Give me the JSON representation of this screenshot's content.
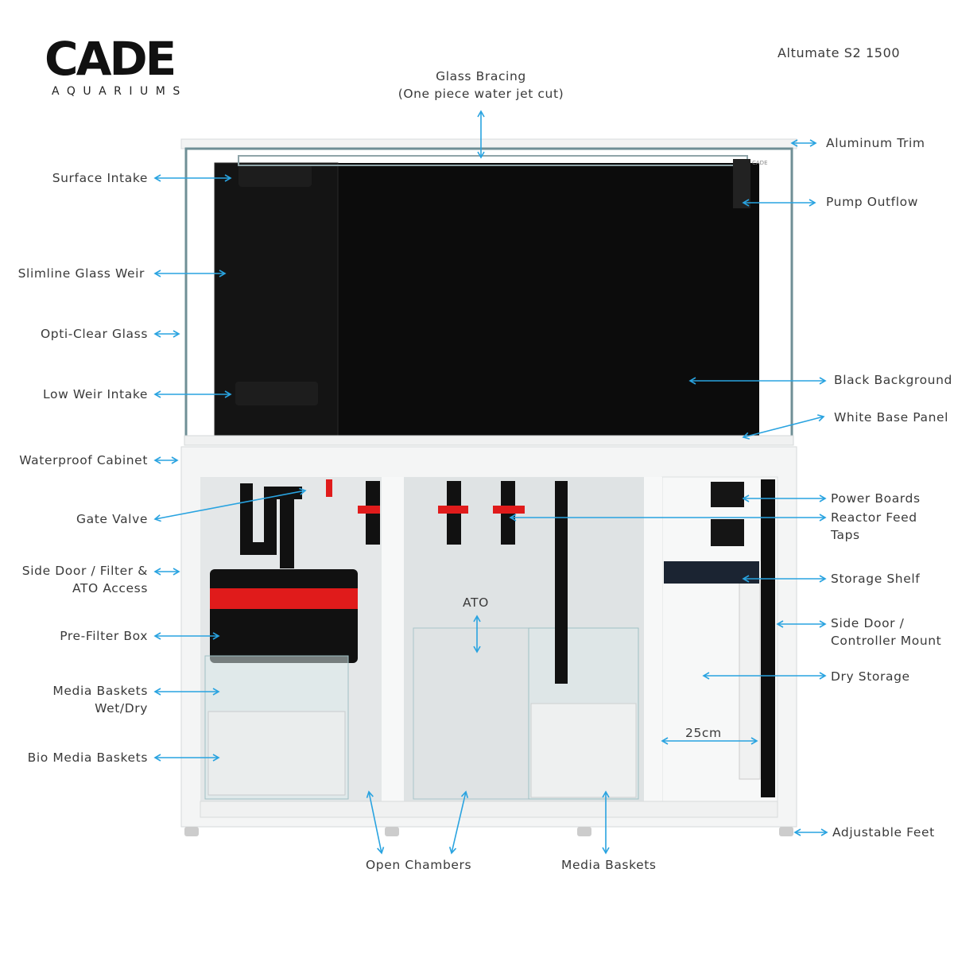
{
  "brand": {
    "name": "CADE",
    "subtitle": "AQUARIUMS"
  },
  "model": "Altumate S2 1500",
  "accent_color": "#29a3e0",
  "labels": {
    "glass_bracing_1": "Glass Bracing",
    "glass_bracing_2": "(One piece water jet cut)",
    "aluminum_trim": "Aluminum Trim",
    "pump_outflow": "Pump Outflow",
    "surface_intake": "Surface Intake",
    "slimline_weir": "Slimline Glass Weir",
    "opti_clear": "Opti-Clear Glass",
    "low_weir": "Low Weir Intake",
    "black_background": "Black Background",
    "white_base": "White Base Panel",
    "waterproof_cabinet": "Waterproof Cabinet",
    "gate_valve": "Gate Valve",
    "side_door_filter_1": "Side Door / Filter &",
    "side_door_filter_2": "ATO Access",
    "prefilter_box": "Pre-Filter Box",
    "media_wetdry_1": "Media Baskets",
    "media_wetdry_2": "Wet/Dry",
    "bio_media": "Bio Media Baskets",
    "power_boards": "Power Boards",
    "reactor_feed_1": "Reactor Feed",
    "reactor_feed_2": "Taps",
    "storage_shelf": "Storage Shelf",
    "side_door_ctrl_1": "Side Door /",
    "side_door_ctrl_2": "Controller Mount",
    "dry_storage": "Dry Storage",
    "dim_25cm": "25cm",
    "ato": "ATO",
    "adjustable_feet": "Adjustable Feet",
    "open_chambers": "Open Chambers",
    "media_baskets": "Media Baskets",
    "tank_logo": "CADE"
  }
}
